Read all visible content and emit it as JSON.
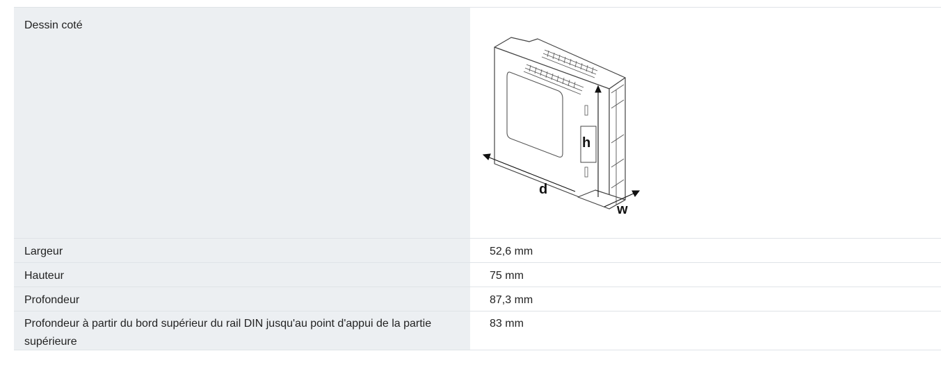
{
  "rows": {
    "drawing": {
      "label": "Dessin coté"
    },
    "specs": [
      {
        "label": "Largeur",
        "value": "52,6 mm"
      },
      {
        "label": "Hauteur",
        "value": "75 mm"
      },
      {
        "label": "Profondeur",
        "value": "87,3 mm"
      },
      {
        "label": "Profondeur à partir du bord supérieur du rail DIN jusqu'au point d'appui de la partie supérieure",
        "value": "83 mm"
      }
    ]
  },
  "drawing_labels": {
    "height": "h",
    "depth": "d",
    "width": "w"
  }
}
